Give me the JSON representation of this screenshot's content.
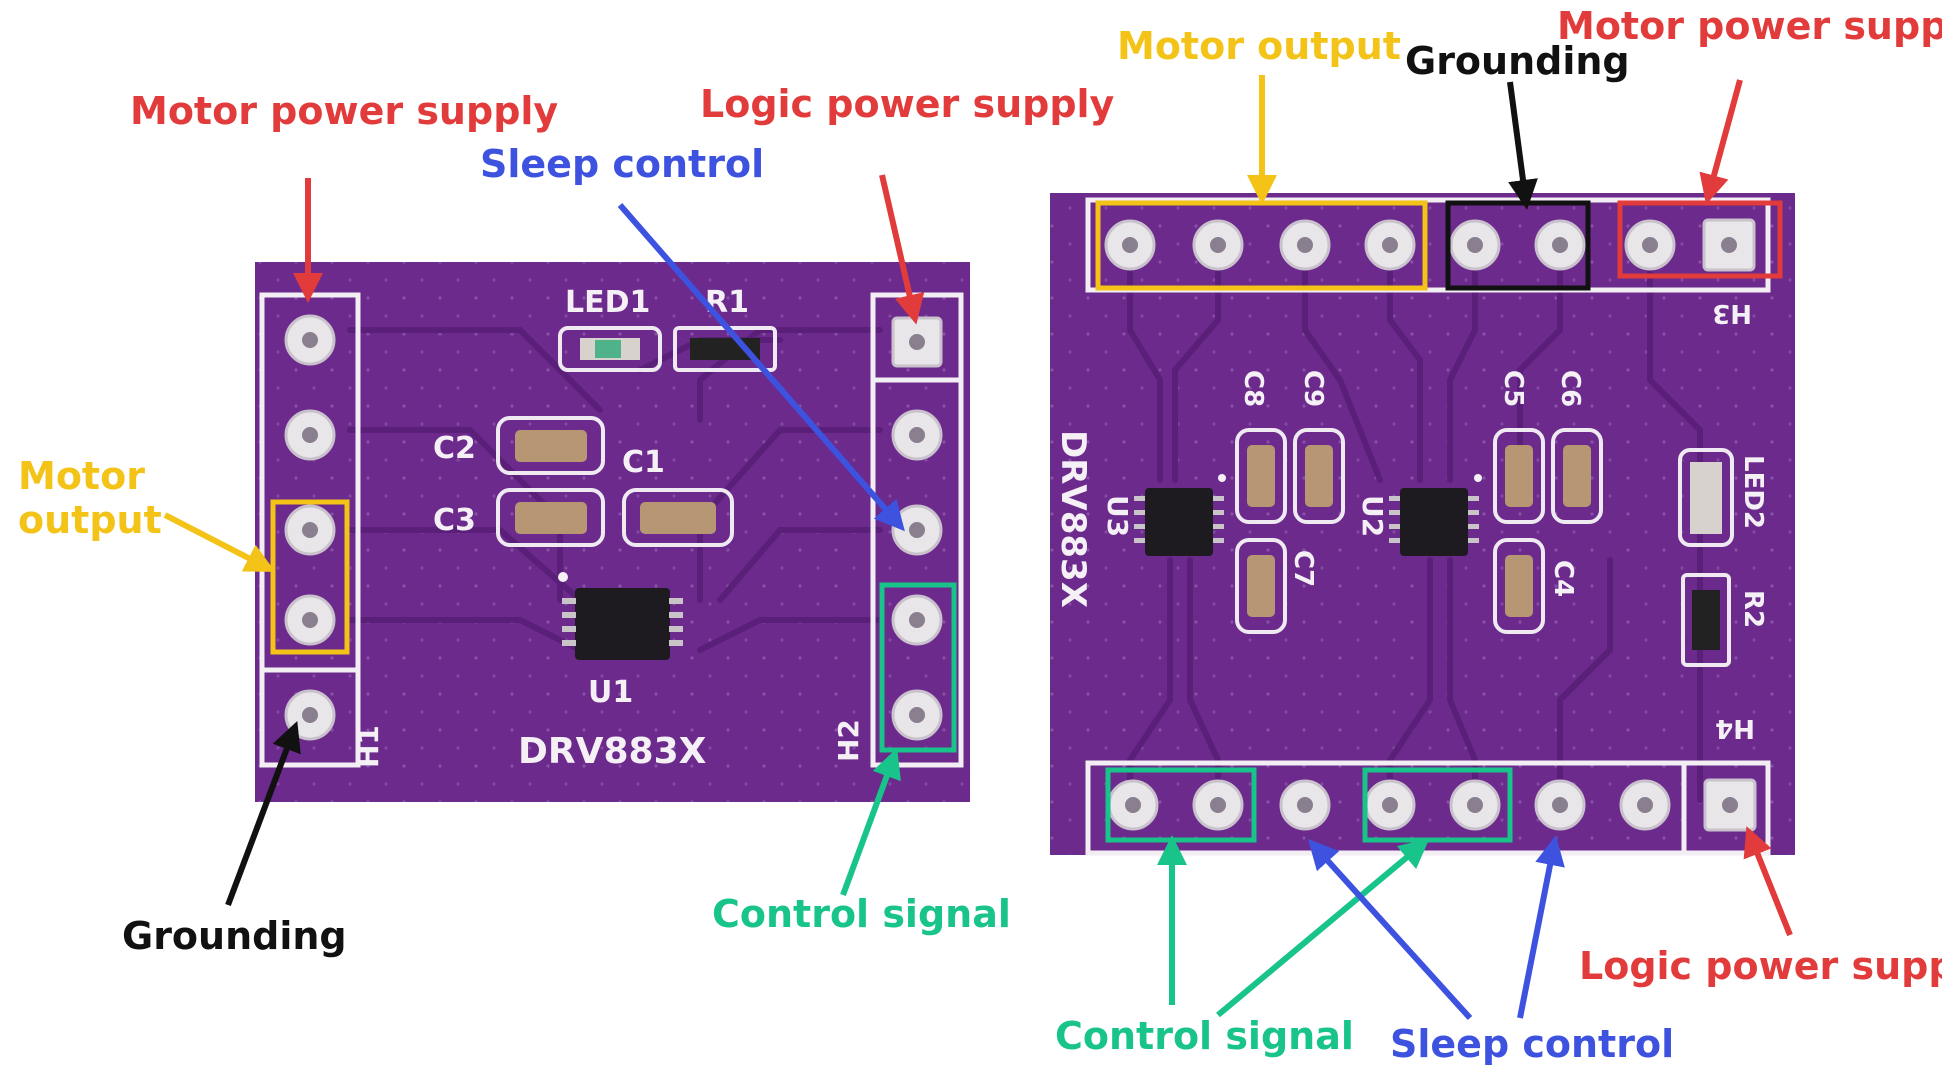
{
  "colors": {
    "board": "#6b2a8c",
    "power": "#e23b3b",
    "motor": "#f3c318",
    "sleep": "#3e52e0",
    "control": "#18c489",
    "ground": "#111111"
  },
  "left_board": {
    "silkscreen": {
      "led1": "LED1",
      "r1": "R1",
      "c1": "C1",
      "c2": "C2",
      "c3": "C3",
      "u1": "U1",
      "chip": "DRV883X",
      "h1": "H1",
      "h2": "H2"
    },
    "labels": {
      "motor_power": "Motor power supply",
      "logic_power": "Logic power supply",
      "sleep": "Sleep control",
      "motor_output_line1": "Motor",
      "motor_output_line2": "output",
      "grounding": "Grounding",
      "control": "Control signal"
    }
  },
  "right_board": {
    "silkscreen": {
      "h3": "H3",
      "h4": "H4",
      "c4": "C4",
      "c5": "C5",
      "c6": "C6",
      "c7": "C7",
      "c8": "C8",
      "c9": "C9",
      "u2": "U2",
      "u3": "U3",
      "led2": "LED2",
      "r2": "R2",
      "chip": "DRV883X"
    },
    "labels": {
      "motor_output": "Motor output",
      "grounding": "Grounding",
      "motor_power": "Motor power supply",
      "logic_power": "Logic power supply",
      "control": "Control signal",
      "sleep": "Sleep control"
    }
  }
}
